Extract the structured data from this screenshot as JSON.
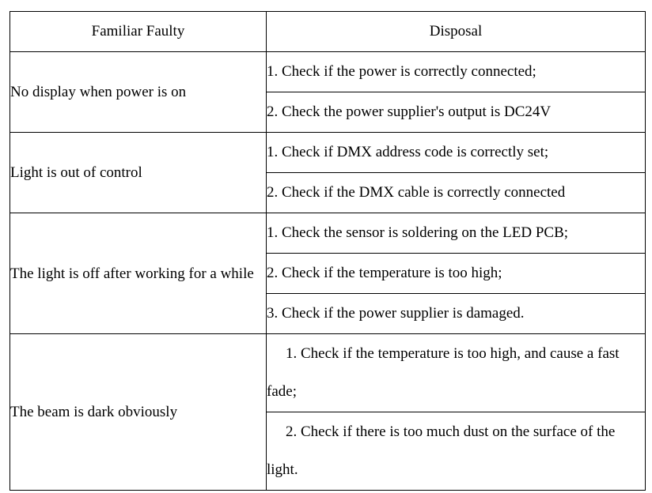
{
  "table": {
    "headers": {
      "fault": "Familiar Faulty",
      "disposal": "Disposal"
    },
    "rows": [
      {
        "fault": "No display when power is on",
        "disposals": [
          "1. Check if the power is correctly connected;",
          "2. Check the power supplier's output is DC24V"
        ]
      },
      {
        "fault": "Light is out of control",
        "disposals": [
          "1. Check if DMX address code is correctly set;",
          "2. Check if the DMX cable is correctly connected"
        ]
      },
      {
        "fault": "The light is off after working for a while",
        "disposals": [
          "1. Check the sensor is soldering on the LED PCB;",
          "2. Check if the temperature is too high;",
          "3. Check if the power supplier is damaged."
        ]
      },
      {
        "fault": "The beam is dark obviously",
        "disposals": [
          "1. Check if the temperature is too high, and cause a fast fade;",
          "2. Check if there is too much dust on the surface of the light."
        ]
      }
    ]
  }
}
